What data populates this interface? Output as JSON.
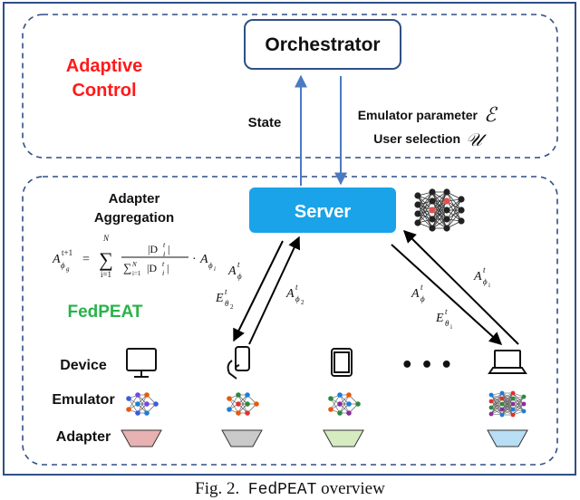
{
  "top_panel": {
    "title_line1": "Adaptive",
    "title_line2": "Control",
    "orchestrator_label": "Orchestrator",
    "state_label": "State",
    "emulator_param_label": "Emulator parameter",
    "emulator_param_symbol": "ℰ",
    "user_selection_label": "User selection",
    "user_selection_symbol": "𝒰"
  },
  "bottom_panel": {
    "server_label": "Server",
    "adapter_aggregation_line1": "Adapter",
    "adapter_aggregation_line2": "Aggregation",
    "fedpeat_label": "FedPEAT",
    "row_labels": {
      "device": "Device",
      "emulator": "Emulator",
      "adapter": "Adapter"
    },
    "ellipsis": "• • •",
    "formula": {
      "lhs_base": "A",
      "lhs_sup": "t+1",
      "lhs_sub": "ϕ",
      "lhs_subsub": "g",
      "sum_symbol": "∑",
      "sum_top": "N",
      "sum_bottom": "i=1",
      "num": "|D",
      "num_sup": "t",
      "num_sub": "i",
      "num_end": "|",
      "den_prefix": "∑",
      "den_sub": "i=1",
      "den_sup": "N",
      "den_mid": "|D",
      "den_end": "|",
      "times": "·",
      "rhs_base": "A",
      "rhs_sub": "ϕ",
      "rhs_subsub": "i",
      "equals": "="
    },
    "arrow_labels": {
      "left_down_1": {
        "base": "A",
        "sup": "t",
        "sub": "ϕ"
      },
      "left_down_2": {
        "base": "E",
        "sup": "t",
        "sub": "θ",
        "subsub": "2"
      },
      "left_up": {
        "base": "A",
        "sup": "t",
        "sub": "ϕ",
        "subsub": "2"
      },
      "right_up": {
        "base": "A",
        "sup": "t",
        "sub": "ϕ",
        "subsub": "i"
      },
      "right_down_1": {
        "base": "A",
        "sup": "t",
        "sub": "ϕ"
      },
      "right_down_2": {
        "base": "E",
        "sup": "t",
        "sub": "θ",
        "subsub": "i"
      }
    }
  },
  "colors": {
    "dashed_border": "#2f4f86",
    "adaptive_control": "#ff1a1a",
    "fedpeat": "#27b34a",
    "server_fill": "#1aa3e8",
    "arrow_blue": "#4a7ac2",
    "adapter_colors": [
      "#e8b2b2",
      "#c9c9c9",
      "#d6ecc0",
      "#b7def3"
    ]
  },
  "caption": {
    "prefix": "Fig. 2.",
    "mono": "FedPEAT",
    "suffix": "overview"
  }
}
